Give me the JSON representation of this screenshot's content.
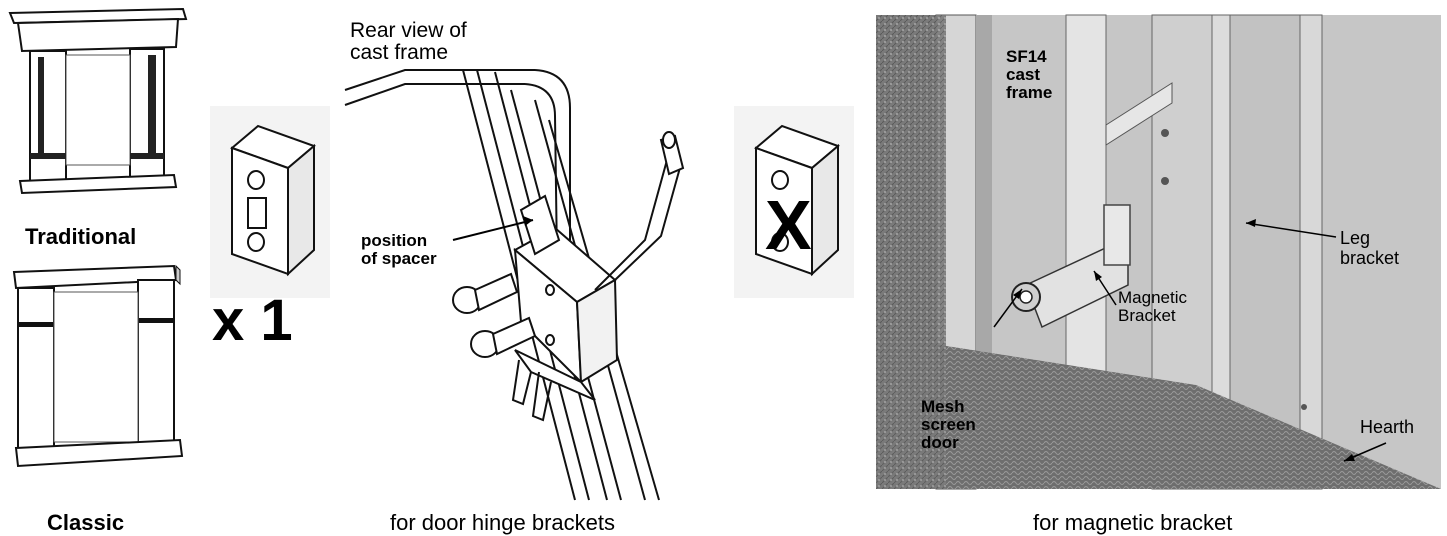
{
  "mantels": {
    "traditional_label": "Traditional",
    "classic_label": "Classic"
  },
  "spacer_count": "x 1",
  "wrong_mark": "X",
  "middle_figure": {
    "title_line1": "Rear view of",
    "title_line2": "cast frame",
    "callout_line1": "position",
    "callout_line2": "of spacer",
    "caption": "for door hinge brackets"
  },
  "right_figure": {
    "frame_line1": "SF14",
    "frame_line2": "cast",
    "frame_line3": "frame",
    "leg_line1": "Leg",
    "leg_line2": "bracket",
    "magnetic_line1": "Magnetic",
    "magnetic_line2": "Bracket",
    "mesh_line1": "Mesh",
    "mesh_line2": "screen",
    "mesh_line3": "door",
    "hearth": "Hearth",
    "caption": "for magnetic bracket"
  },
  "colors": {
    "photo_bg": "#8f8f8f",
    "photo_panel": "#c8c8c8",
    "ink": "#000000"
  }
}
